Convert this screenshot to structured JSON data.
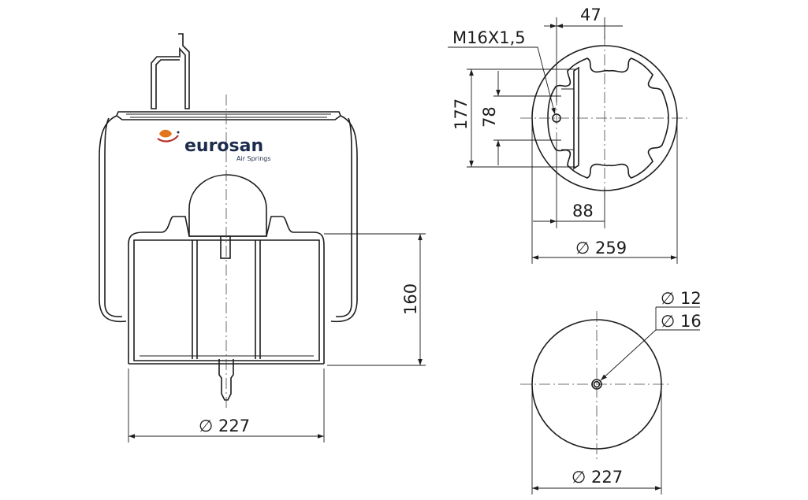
{
  "brand": {
    "name": "eurosan",
    "tagline": "Air Springs",
    "colors": {
      "primary": "#1d2c4d",
      "accent": "#e2741d"
    }
  },
  "dimensions": {
    "width_47": "47",
    "thread": "M16X1,5",
    "height_177": "177",
    "spacing_78": "78",
    "offset_88": "88",
    "top_diameter": "∅ 259",
    "height_160": "160",
    "piston_diameter_side": "∅ 227",
    "hole_12": "∅ 12",
    "hole_16": "∅ 16",
    "piston_diameter_bottom": "∅ 227"
  }
}
